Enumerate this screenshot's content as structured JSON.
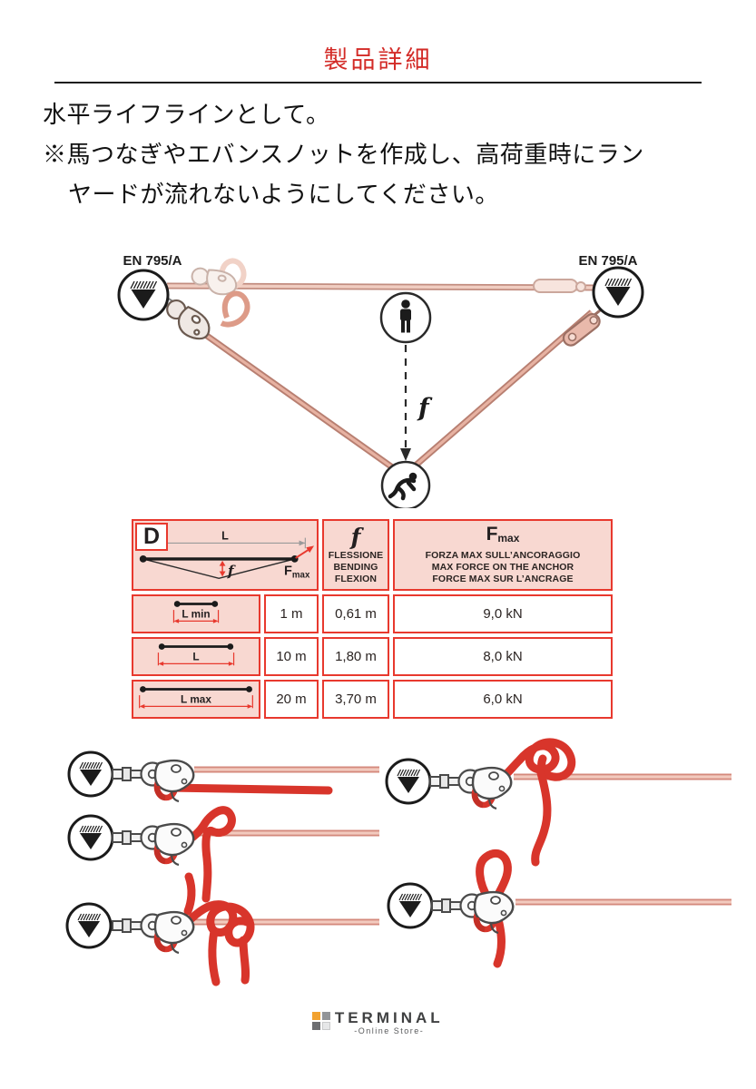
{
  "title": "製品詳細",
  "intro": {
    "line1": "水平ライフラインとして。",
    "line2": "※馬つなぎやエバンスノットを作成し、高荷重時にラン",
    "line3": "ヤードが流れないようにしてください。"
  },
  "diagram": {
    "left_anchor_label": "EN 795/A",
    "right_anchor_label": "EN 795/A",
    "sag_label": "f"
  },
  "spec_table": {
    "d_label": "D",
    "header_diagram": {
      "span_label": "L",
      "sag_label": "f",
      "force_main": "F",
      "force_sub": "max"
    },
    "f_col": {
      "symbol": "f",
      "lines": [
        "FLESSIONE",
        "BENDING",
        "FLEXION"
      ]
    },
    "fmax_col": {
      "symbol_main": "F",
      "symbol_sub": "max",
      "lines": [
        "FORZA MAX SULL’ANCORAGGIO",
        "MAX FORCE ON THE ANCHOR",
        "FORCE MAX SUR L’ANCRAGE"
      ]
    },
    "rows": [
      {
        "label": "L min",
        "length": "1 m",
        "flexion": "0,61 m",
        "force": "9,0 kN"
      },
      {
        "label": "L",
        "length": "10 m",
        "flexion": "1,80 m",
        "force": "8,0 kN"
      },
      {
        "label": "L max",
        "length": "20 m",
        "flexion": "3,70 m",
        "force": "6,0 kN"
      }
    ]
  },
  "footer": {
    "brand": "TERMINAL",
    "tagline": "-Online Store-"
  },
  "colors": {
    "title_red": "#d32b27",
    "table_red": "#e8392e",
    "table_pink": "#f8d8d1",
    "rope_salmon": "#e2a394",
    "rope_red": "#d8352b",
    "logo_orange": "#f2a230"
  }
}
